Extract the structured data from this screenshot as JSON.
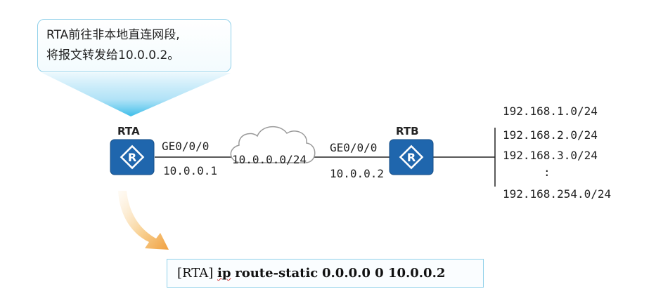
{
  "callout": {
    "line1": "RTA前往非本地直连网段,",
    "line2": "将报文转发给10.0.0.2。"
  },
  "rta": {
    "name": "RTA",
    "interface": "GE0/0/0",
    "ip": "10.0.0.1"
  },
  "cloud": {
    "label": "10.0.0.0/24"
  },
  "rtb": {
    "name": "RTB",
    "interface": "GE0/0/0",
    "ip": "10.0.0.2"
  },
  "networks": [
    "192.168.1.0/24",
    "192.168.2.0/24",
    "192.168.3.0/24",
    ":",
    "192.168.254.0/24"
  ],
  "command": {
    "prompt": "[RTA]",
    "ip": "ip",
    "route": "route-static",
    "args": "0.0.0.0 0 10.0.0.2"
  },
  "colors": {
    "router": "#1f66ad",
    "callout_border": "#8fd0ea",
    "beam": "#5cc8ef",
    "arrow": "#f0a040"
  }
}
